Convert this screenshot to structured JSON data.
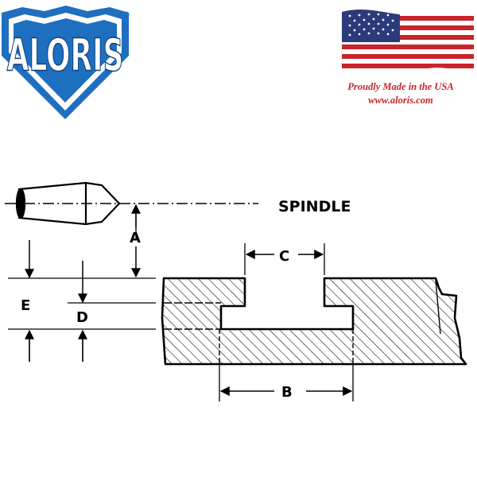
{
  "brand": {
    "logo_text": "ALORIS",
    "registered_mark": "®",
    "tagline": "Proudly Made in the USA",
    "website": "www.aloris.com",
    "colors": {
      "logo_blue": "#1e6fc0",
      "tagline_red": "#c8242b",
      "flag_red": "#c8242b",
      "flag_blue": "#2b3a7a"
    }
  },
  "flag": {
    "icon": "usa-flag-icon"
  },
  "diagram": {
    "spindle_label": "SPINDLE",
    "dimension_labels": {
      "a": "A",
      "b": "B",
      "c": "C",
      "d": "D",
      "e": "E"
    }
  }
}
